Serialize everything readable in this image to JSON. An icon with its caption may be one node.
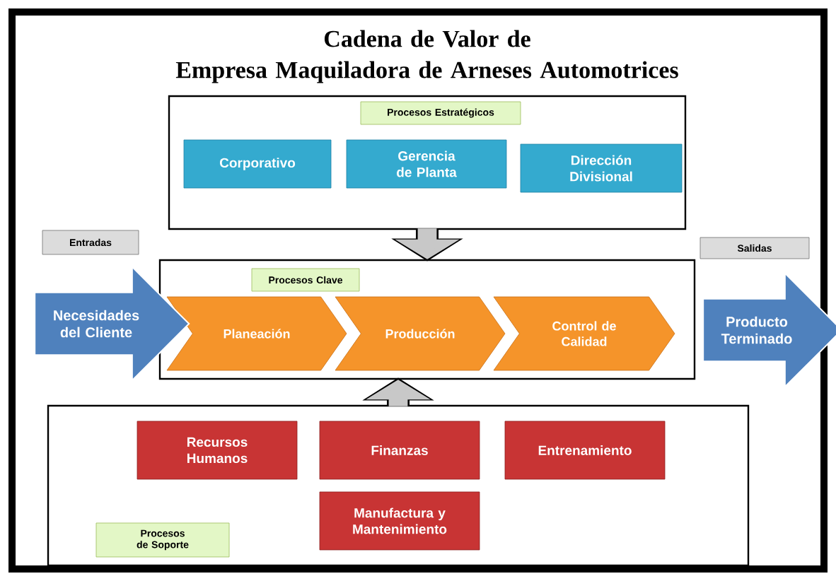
{
  "diagram": {
    "title": "Cadena de Valor de Empresa Maquiladora de Arneses Automotrices",
    "nodes": [
      {
        "text": [],
        "shape": "box"
      },
      {
        "text": [
          "Procesos Estratégicos"
        ],
        "in": 0
      },
      {
        "text": [
          "Corporativo"
        ],
        "in": 0
      },
      {
        "text": [
          "Gerencia de Planta"
        ],
        "in": 0
      },
      {
        "text": [
          "Dirección Divisional"
        ],
        "in": 0
      },
      {
        "text": [],
        "shape": "box"
      },
      {
        "text": [
          "Procesos Clave"
        ],
        "in": 5
      },
      {
        "text": [
          "Planeación"
        ],
        "in": 5
      },
      {
        "text": [
          "Producción"
        ],
        "in": 5
      },
      {
        "text": [
          "Control de Calidad"
        ],
        "in": 5
      },
      {
        "text": [],
        "shape": "box"
      },
      {
        "text": [
          "Recursos Humanos"
        ],
        "in": 10
      },
      {
        "text": [
          "Finanzas"
        ],
        "in": 10
      },
      {
        "text": [
          "Entrenamiento"
        ],
        "in": 10
      },
      {
        "text": [
          "Manufactura y Mantenimiento"
        ],
        "in": 10
      },
      {
        "text": [
          "Procesos de Soporte"
        ],
        "in": 10
      },
      {
        "text": [
          "Entradas"
        ]
      },
      {
        "text": [
          "Salidas"
        ]
      },
      {
        "text": [
          "Necesidades del Cliente"
        ]
      },
      {
        "text": [
          "Producto Terminado"
        ]
      }
    ],
    "edges": [
      {
        "from": 0,
        "to": 5,
        "arrow": "to"
      },
      {
        "from": 10,
        "to": 5,
        "arrow": "to"
      }
    ]
  }
}
